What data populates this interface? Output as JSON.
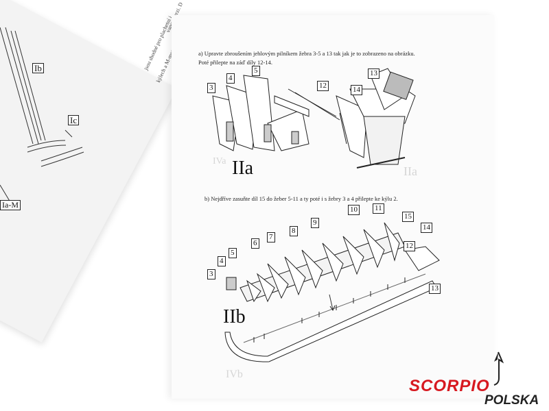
{
  "instructions": {
    "step_a_line1": "a) Upravte zbroušením jehlovým pilníkem žebra 3-5 a 13 tak jak je to zobrazeno na obrázku.",
    "step_a_line2": "Poté přilepte na záď díly 12-14.",
    "step_b": "b) Nejdříve zasuňte díl 15 do žeber 5-11 a ty poté i s žebry 3 a 4 přilepte ke kýlu 2."
  },
  "figures": {
    "IIa": "IIa",
    "IIb": "IIb",
    "IVb": "IVb",
    "IVa": "IVa",
    "IIa_ghost": "IIa"
  },
  "callouts_IIa": [
    "3",
    "4",
    "5",
    "12",
    "13",
    "14"
  ],
  "callouts_IIb": [
    "3",
    "4",
    "5",
    "6",
    "7",
    "8",
    "9",
    "10",
    "11",
    "15",
    "14",
    "12",
    "13"
  ],
  "left_page": {
    "labels": [
      "Ib",
      "Ic",
      "Ia-M"
    ],
    "text_lines": [
      "vanou verzi. D",
      "jsou shodné pro plachetní i",
      "kýlech a M-motorizovaná."
    ]
  },
  "logo": {
    "brand": "SCORPIO",
    "sub": "POLSKA",
    "brand_color": "#d71920"
  }
}
